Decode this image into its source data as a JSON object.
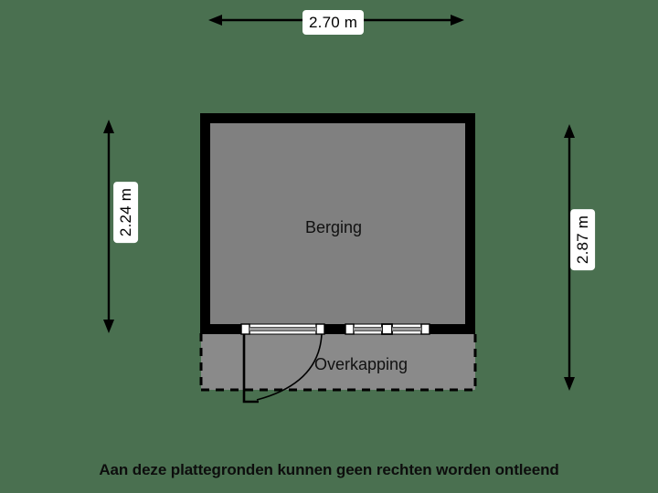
{
  "page": {
    "background_color": "#4a7050",
    "footer_note": "Aan deze plattegronden kunnen geen rechten worden ontleend"
  },
  "dimensions": {
    "top": {
      "value": "2.70 m",
      "orientation": "horizontal",
      "name": "width-dimension"
    },
    "left": {
      "value": "2.24 m",
      "orientation": "vertical",
      "name": "interior-depth-dimension"
    },
    "right": {
      "value": "2.87 m",
      "orientation": "vertical",
      "name": "total-depth-dimension"
    }
  },
  "rooms": [
    {
      "label": "Berging",
      "type": "enclosed",
      "fill_color": "#808080",
      "wall_color": "#000000"
    },
    {
      "label": "Overkapping",
      "type": "covered-open",
      "fill_color": "#8a8a8a",
      "outline": "dashed"
    }
  ],
  "openings": [
    {
      "name": "sliding-door-left",
      "kind": "door"
    },
    {
      "name": "window-right",
      "kind": "window"
    }
  ],
  "colors": {
    "background": "#4a7050",
    "wall": "#000000",
    "room_fill": "#808080",
    "canopy_fill": "#8a8a8a",
    "label_box": "#ffffff",
    "text": "#000000"
  }
}
